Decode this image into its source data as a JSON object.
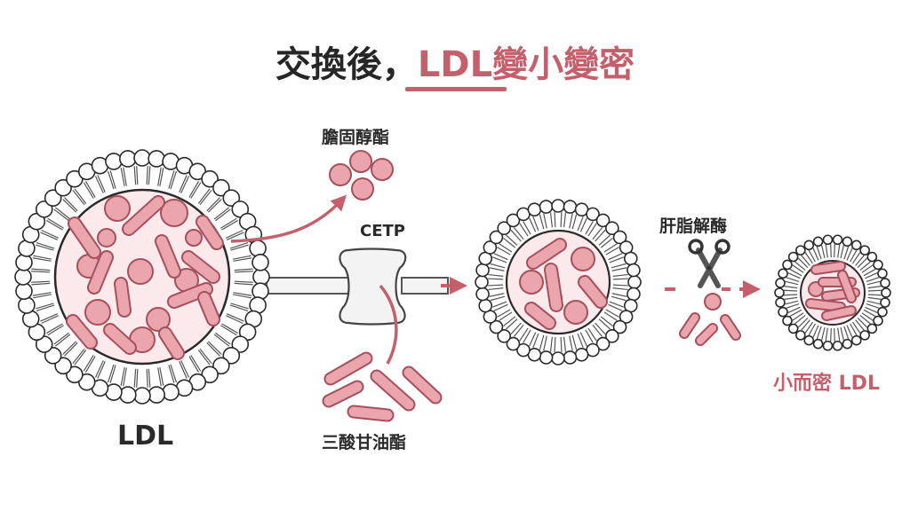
{
  "title": {
    "prefix": "交換後，",
    "highlight": "LDL變小變密"
  },
  "labels": {
    "cholesteryl_ester": "膽固醇酯",
    "cetp": "CETP",
    "ldl": "LDL",
    "triglyceride": "三酸甘油酯",
    "hepatic_lipase": "肝脂解酶",
    "small_dense_ldl": "小而密 LDL"
  },
  "colors": {
    "accent": "#c4606c",
    "particle_fill": "#eaa5ad",
    "particle_stroke": "#a5505c",
    "core_fill": "#fbe9eb",
    "outline": "#2a2a2a"
  },
  "icons": [
    "scissors-icon",
    "arrow-right-icon",
    "curved-arrow-icon"
  ]
}
